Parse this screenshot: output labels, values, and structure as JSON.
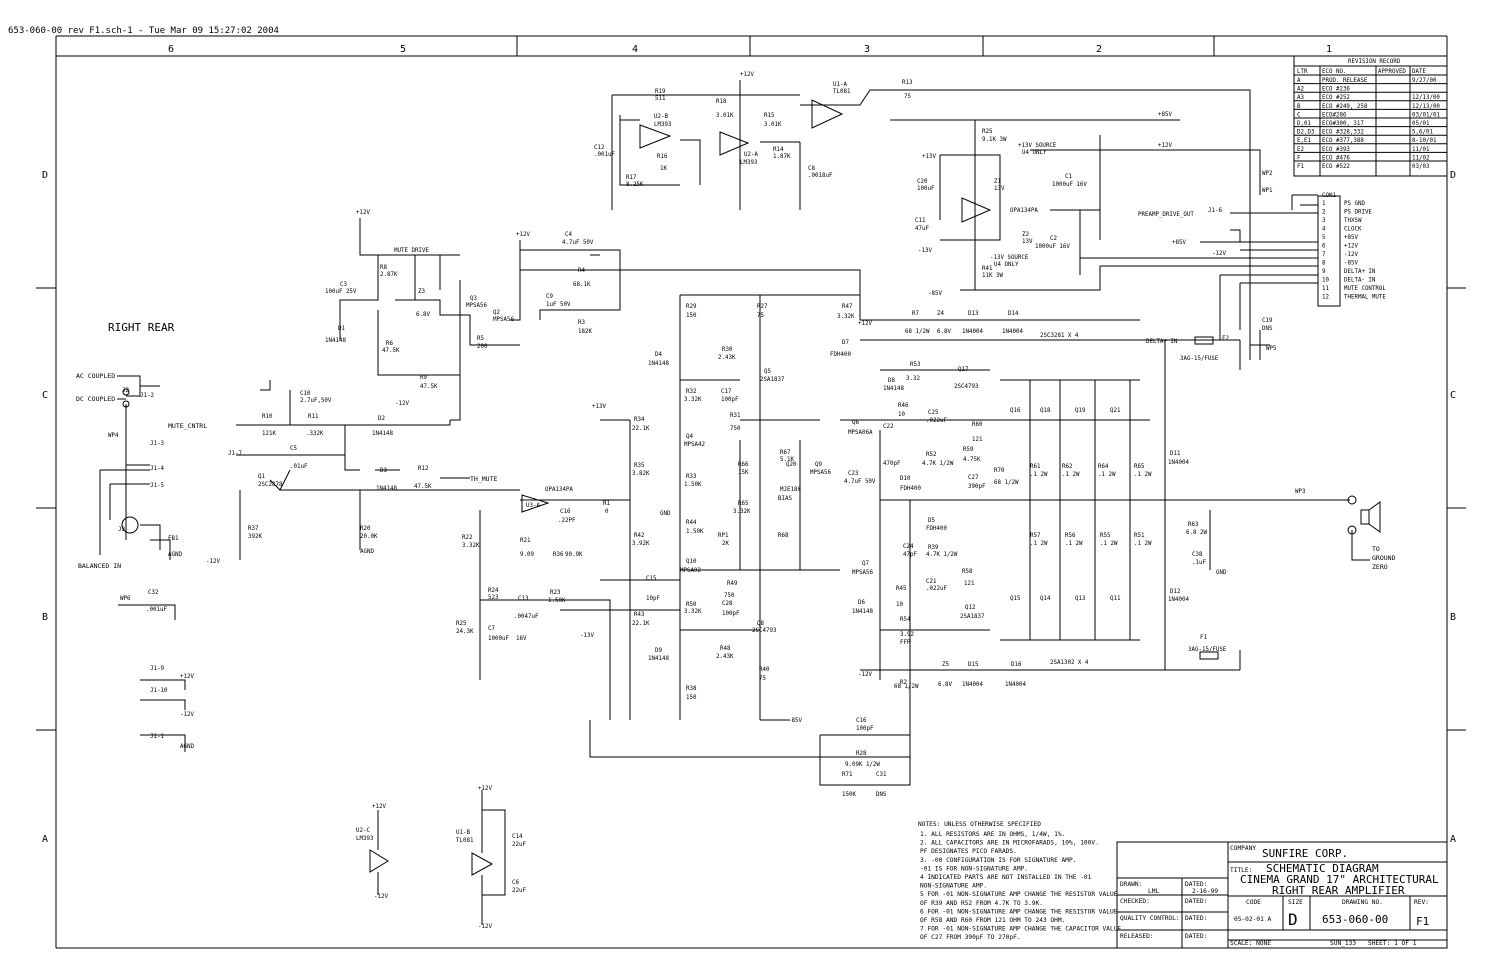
{
  "header": {
    "file_line": "653-060-00 rev F1.sch-1 - Tue Mar 09 15:27:02 2004"
  },
  "zones": {
    "columns": [
      "6",
      "5",
      "4",
      "3",
      "2",
      "1"
    ],
    "rows": [
      "D",
      "C",
      "B",
      "A"
    ]
  },
  "section": {
    "title": "RIGHT REAR",
    "balanced": "BALANCED IN",
    "ac_coupled": "AC COUPLED",
    "dc_coupled": "DC COUPLED"
  },
  "nets": {
    "mute_cntrl": "MUTE_CNTRL",
    "th_mute": "TH_MUTE",
    "mute_drive": "MUTE DRIVE",
    "preamp_drive": "PREAMP_DRIVE_OUT",
    "delta_in": "DELTA+ IN",
    "p12": "+12V",
    "m12": "-12V",
    "p13": "+13V",
    "m13": "-13V",
    "p85": "+85V",
    "m85": "-85V",
    "agnd": "AGND",
    "gnd": "GND",
    "bias": "BIAS"
  },
  "output": {
    "to_ground": "TO",
    "to_ground2": "GROUND",
    "to_ground3": "ZERO",
    "fuse_upper": "3AG-15/FUSE",
    "fuse_lower": "3AG-15/FUSE",
    "upper_trans": "2SC3281 X 4",
    "lower_trans": "2SA1302 X 4"
  },
  "supply_notes": {
    "p13_src": "+13V SOURCE",
    "p13_only": "U4 ONLY",
    "m13_src": "-13V SOURCE",
    "m13_only": "U4 ONLY"
  },
  "connector": {
    "name": "CON1",
    "pins": [
      {
        "n": "1",
        "label": "PS GND"
      },
      {
        "n": "2",
        "label": "PS DRIVE"
      },
      {
        "n": "3",
        "label": "THXSW"
      },
      {
        "n": "4",
        "label": "CLOCK"
      },
      {
        "n": "5",
        "label": "+85V"
      },
      {
        "n": "6",
        "label": "+12V"
      },
      {
        "n": "7",
        "label": "-12V"
      },
      {
        "n": "8",
        "label": "-85V"
      },
      {
        "n": "9",
        "label": "DELTA+ IN"
      },
      {
        "n": "10",
        "label": "DELTA- IN"
      },
      {
        "n": "11",
        "label": "MUTE CONTROL"
      },
      {
        "n": "12",
        "label": "THERMAL MUTE"
      }
    ]
  },
  "revision": {
    "title": "REVISION RECORD",
    "cols": [
      "LTR",
      "ECO NO.",
      "APPROVED",
      "DATE"
    ],
    "rows": [
      [
        "A",
        "PROD. RELEASE",
        "",
        "9/27/00"
      ],
      [
        "A2",
        "ECO #236",
        "",
        ""
      ],
      [
        "A3",
        "ECO #252",
        "",
        "12/13/00"
      ],
      [
        "B",
        "ECO #249, 258",
        "",
        "12/13/00"
      ],
      [
        "C",
        "ECO#286",
        "",
        "03/01/01"
      ],
      [
        "D,01",
        "ECO#300, 317",
        "",
        "05/01"
      ],
      [
        "D2,D3",
        "ECO #328,332",
        "",
        "5,6/01"
      ],
      [
        "E,E1",
        "ECO #377,388",
        "",
        "8-10/01"
      ],
      [
        "E2",
        "ECO #393",
        "",
        "11/01"
      ],
      [
        "F",
        "ECO #476",
        "",
        "11/02"
      ],
      [
        "F1",
        "ECO #522",
        "",
        "03/03"
      ]
    ]
  },
  "notes": {
    "head": "NOTES: UNLESS OTHERWISE SPECIFIED",
    "lines": [
      "1. ALL RESISTORS ARE IN OHMS, 1/4W, 1%.",
      "2. ALL CAPACITORS ARE IN MICROFARADS, 10%, 100V.",
      "   PF DESIGNATES PICO FARADS.",
      "3.  -00 CONFIGURATION IS FOR SIGNATURE AMP.",
      "   -01 IS FOR NON-SIGNATURE AMP.",
      "4  INDICATED PARTS ARE NOT INSTALLED IN THE -01",
      "   NON-SIGNATURE AMP.",
      "5  FOR -01 NON-SIGNATURE AMP CHANGE THE RESISTOR VALUE",
      "   OF R39 AND R52  FROM 4.7K TO 3.9K.",
      "6  FOR -01 NON-SIGNATURE AMP CHANGE THE RESISTOR VALUE",
      "   OF R58 AND R60  FROM 121 OHM TO 243 OHM.",
      "7  FOR -01 NON-SIGNATURE AMP CHANGE THE CAPACITOR VALUE",
      "   OF C27 FROM 390pF TO 270pF."
    ]
  },
  "title_block": {
    "company_lbl": "COMPANY",
    "company": "SUNFIRE CORP.",
    "title_lbl": "TITLE:",
    "t1": "SCHEMATIC DIAGRAM",
    "t2": "CINEMA GRAND 17\" ARCHITECTURAL",
    "t3": "RIGHT REAR AMPLIFIER",
    "drawn_lbl": "DRAWN:",
    "drawn": "LML",
    "date_lbl": "DATED:",
    "drawn_date": "2-16-99",
    "checked_lbl": "CHECKED:",
    "qc_lbl": "QUALITY CONTROL:",
    "released_lbl": "RELEASED:",
    "code_lbl": "CODE",
    "code": "05-02-01 A",
    "size_lbl": "SIZE",
    "size": "D",
    "dwg_lbl": "DRAWING NO.",
    "dwg": "653-060-00",
    "rev_lbl": "REV:",
    "rev": "F1",
    "scale": "SCALE: NONE",
    "sun": "SUN_133",
    "sheet": "SHEET:  1  OF  1"
  }
}
